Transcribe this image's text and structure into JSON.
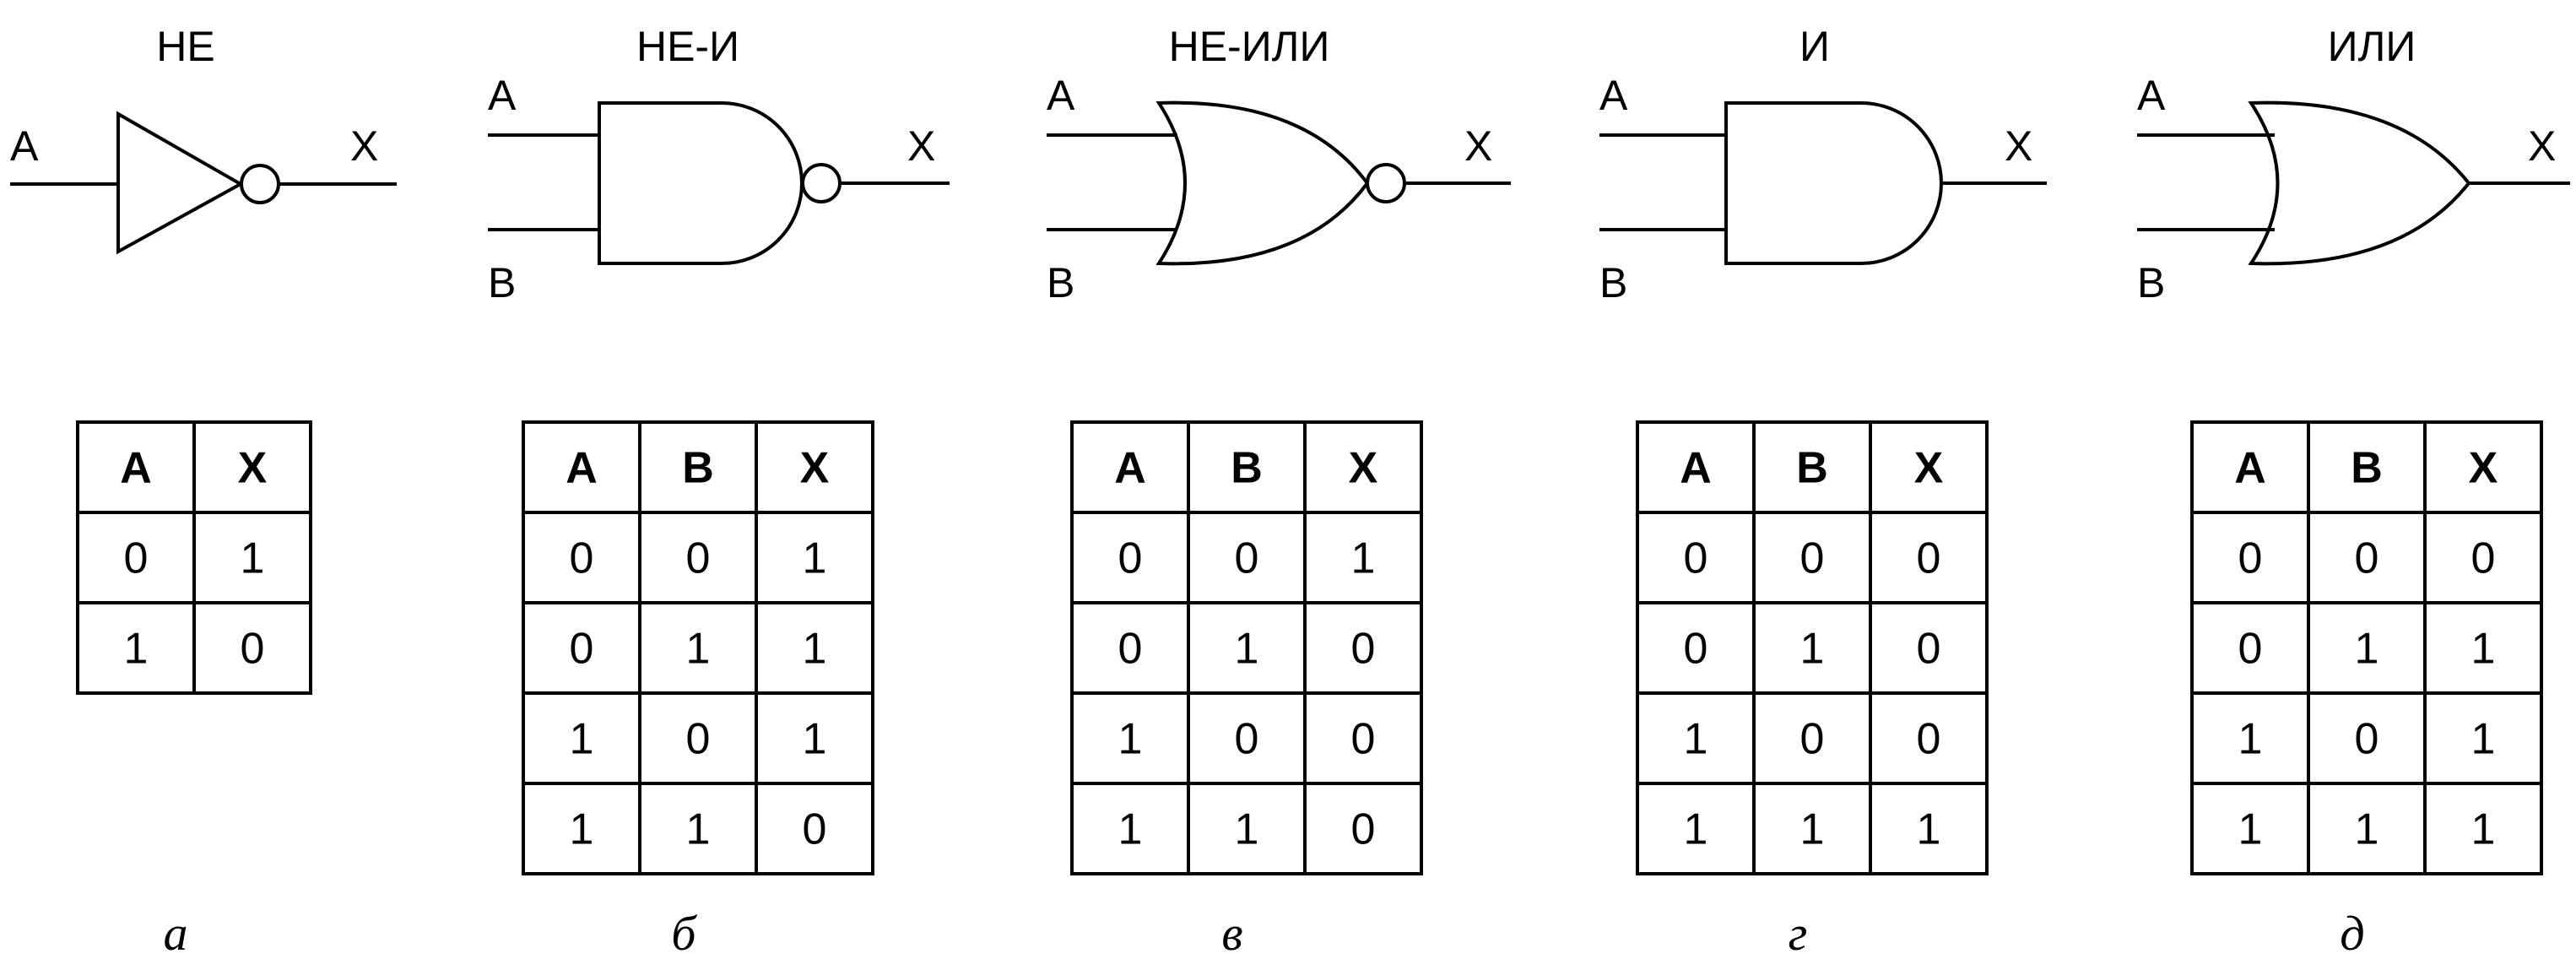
{
  "panels": [
    {
      "caption": "а",
      "title": "НЕ",
      "inputs": [
        "A"
      ],
      "output": "X",
      "headers": [
        "A",
        "X"
      ],
      "rows": [
        [
          "0",
          "1"
        ],
        [
          "1",
          "0"
        ]
      ]
    },
    {
      "caption": "б",
      "title": "НЕ-И",
      "inputs": [
        "A",
        "B"
      ],
      "output": "X",
      "headers": [
        "A",
        "B",
        "X"
      ],
      "rows": [
        [
          "0",
          "0",
          "1"
        ],
        [
          "0",
          "1",
          "1"
        ],
        [
          "1",
          "0",
          "1"
        ],
        [
          "1",
          "1",
          "0"
        ]
      ]
    },
    {
      "caption": "в",
      "title": "НЕ-ИЛИ",
      "inputs": [
        "A",
        "B"
      ],
      "output": "X",
      "headers": [
        "A",
        "B",
        "X"
      ],
      "rows": [
        [
          "0",
          "0",
          "1"
        ],
        [
          "0",
          "1",
          "0"
        ],
        [
          "1",
          "0",
          "0"
        ],
        [
          "1",
          "1",
          "0"
        ]
      ]
    },
    {
      "caption": "г",
      "title": "И",
      "inputs": [
        "A",
        "B"
      ],
      "output": "X",
      "headers": [
        "A",
        "B",
        "X"
      ],
      "rows": [
        [
          "0",
          "0",
          "0"
        ],
        [
          "0",
          "1",
          "0"
        ],
        [
          "1",
          "0",
          "0"
        ],
        [
          "1",
          "1",
          "1"
        ]
      ]
    },
    {
      "caption": "д",
      "title": "ИЛИ",
      "inputs": [
        "A",
        "B"
      ],
      "output": "X",
      "headers": [
        "A",
        "B",
        "X"
      ],
      "rows": [
        [
          "0",
          "0",
          "0"
        ],
        [
          "0",
          "1",
          "1"
        ],
        [
          "1",
          "0",
          "1"
        ],
        [
          "1",
          "1",
          "1"
        ]
      ]
    }
  ]
}
